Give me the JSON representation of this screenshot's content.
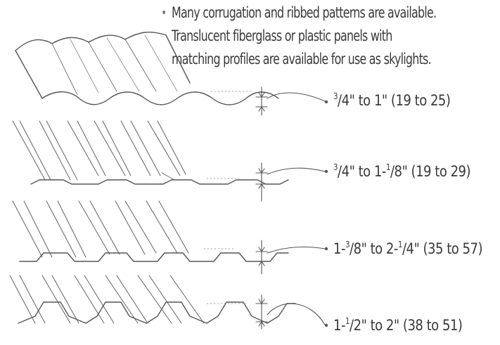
{
  "note": {
    "bullet": "•",
    "lines": [
      "Many corrugation and ribbed patterns are available.",
      "Translucent fiberglass or plastic panels with",
      "matching profiles are available for use as skylights."
    ]
  },
  "dimensions": [
    {
      "num": "3",
      "frac": "/4\" to 1\" (19 to 25)"
    },
    {
      "pre": "",
      "num": "3",
      "mid": "/4\" to 1-",
      "num2": "1",
      "frac": "/8\" (19 to 29)"
    },
    {
      "pre": "1-",
      "num": "3",
      "mid": "/8\" to 2-",
      "num2": "1",
      "frac": "/4\" (35 to 57)"
    },
    {
      "pre": "1-",
      "num": "1",
      "frac": "/2\" to 2\" (38 to 51)"
    }
  ],
  "colors": {
    "ink": "#555555",
    "text": "#3a3a3a"
  }
}
